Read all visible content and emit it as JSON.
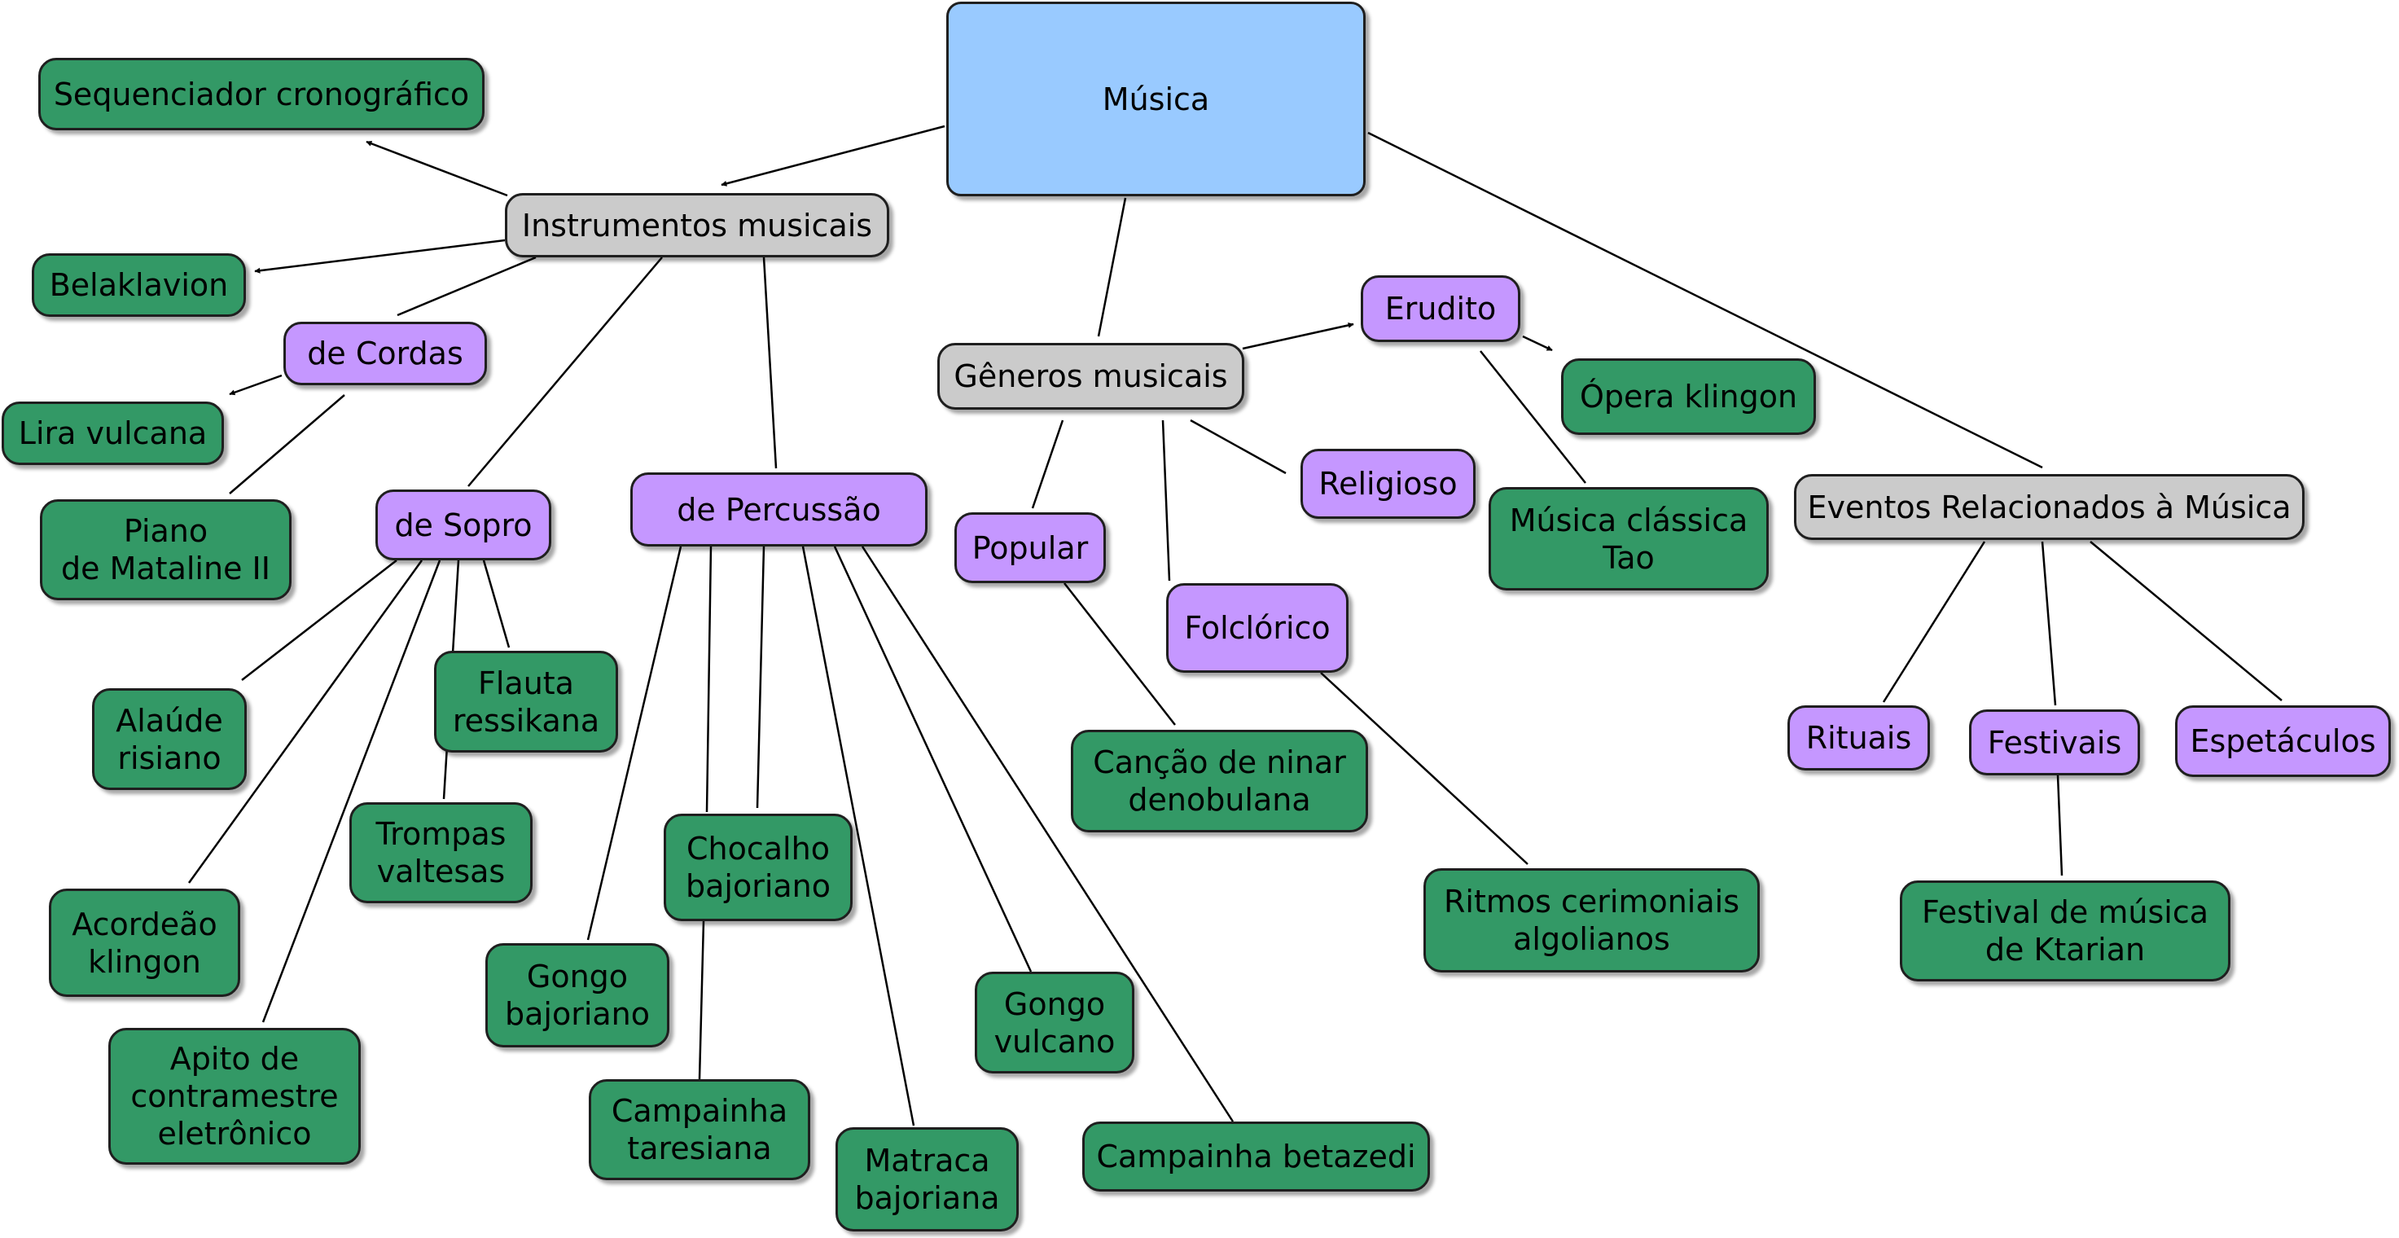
{
  "colors": {
    "root": "#99caff",
    "category": "#cbcbcb",
    "subcategory": "#c597ff",
    "leaf": "#339966",
    "line": "#000000"
  },
  "concept_map": {
    "root": "Música",
    "nodes": {
      "instrumentos": "Instrumentos musicais",
      "generos": "Gêneros musicais",
      "eventos": "Eventos Relacionados à Música",
      "sequenciador": "Sequenciador cronográfico",
      "belaklavion": "Belaklavion",
      "cordas": "de Cordas",
      "lira": "Lira vulcana",
      "piano": "Piano\nde Mataline II",
      "sopro": "de Sopro",
      "percussao": "de Percussão",
      "alaude": "Alaúde\nrisiano",
      "flauta": "Flauta\nressikana",
      "trompas": "Trompas\nvaltesas",
      "acordeao": "Acordeão\nklingon",
      "apito": "Apito de\ncontramestre\neletrônico",
      "gongo_baj": "Gongo\nbajoriano",
      "chocalho": "Chocalho\nbajoriano",
      "campainha_tar": "Campainha\ntaresiana",
      "matraca": "Matraca\nbajoriana",
      "gongo_vul": "Gongo\nvulcano",
      "campainha_bet": "Campainha betazedi",
      "erudito": "Erudito",
      "opera": "Ópera klingon",
      "religioso": "Religioso",
      "popular": "Popular",
      "folclorico": "Folclórico",
      "classica": "Música clássica\nTao",
      "cancao": "Canção de ninar\ndenobulana",
      "ritmos": "Ritmos cerimoniais\nalgolianos",
      "rituais": "Rituais",
      "festivais": "Festivais",
      "espetaculos": "Espetáculos",
      "festival_kt": "Festival de música\nde Ktarian"
    }
  }
}
